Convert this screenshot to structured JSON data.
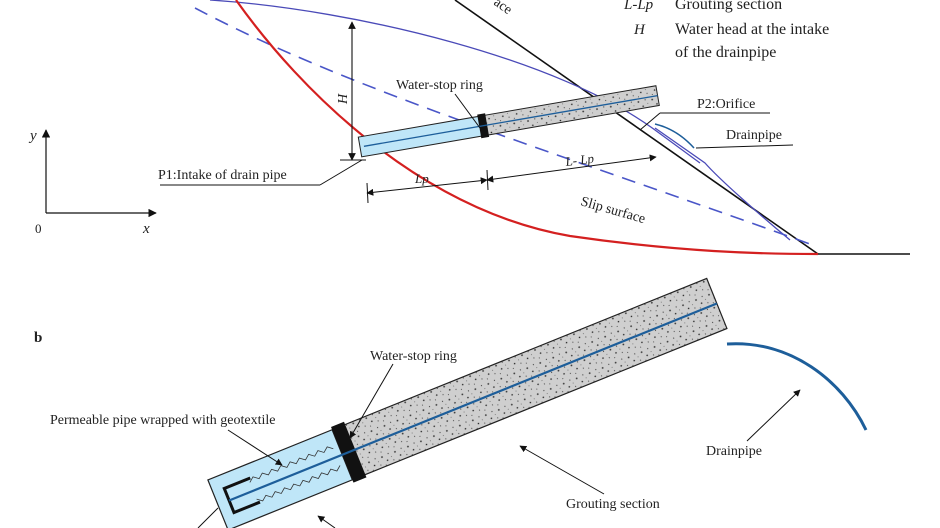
{
  "panel_a": {
    "legend": {
      "grout_sym": "L-Lp",
      "grout_desc": "Grouting section",
      "head_sym": "H",
      "head_desc_1": "Water head at the intake",
      "head_desc_2": "of the drainpipe"
    },
    "slope_label_fragment": "ace",
    "axes": {
      "y": "y",
      "x": "x",
      "origin": "0"
    },
    "labels": {
      "water_stop_ring": "Water-stop ring",
      "orifice": "P2:Orifice",
      "drainpipe": "Drainpipe",
      "intake": "P1:Intake of drain pipe",
      "head_dim": "H",
      "lp_dim": "Lp",
      "l_minus_lp_dim": "L- Lp",
      "slip_surface": "Slip surface"
    }
  },
  "panel_b": {
    "label": "b",
    "labels": {
      "water_stop_ring": "Water-stop ring",
      "permeable_pipe": "Permeable pipe wrapped with geotextile",
      "drainpipe": "Drainpipe",
      "grouting_section": "Grouting section"
    }
  },
  "colors": {
    "slip_surface": "#d42020",
    "phreatic_line": "#4a4ab8",
    "dashed_line": "#4a56c8",
    "permeable_pipe": "#bfe6f8",
    "grout": "#cfcfcf",
    "drainpipe": "#1d5e9a"
  }
}
